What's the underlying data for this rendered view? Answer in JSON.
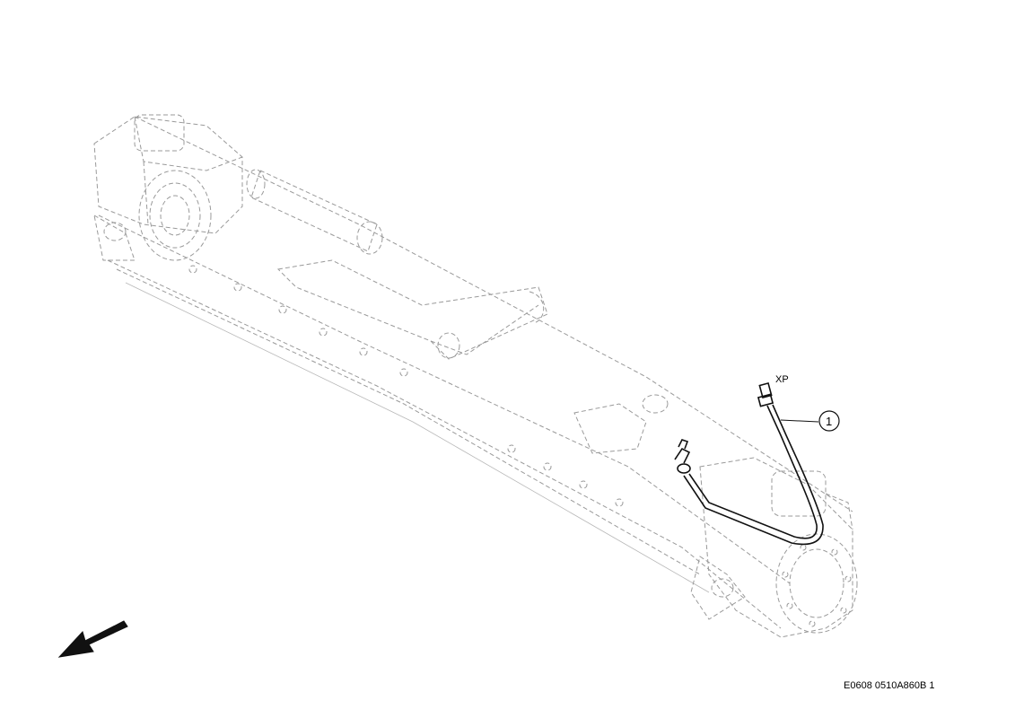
{
  "connector_label": "XP",
  "callouts": [
    {
      "number": "1",
      "name": "callout-1"
    }
  ],
  "figure_code": "E0608 0510A860B 1",
  "direction_arrow": "front-direction-arrow-icon",
  "colors": {
    "ghost_outline": "#9a9a9a",
    "part_line": "#111111",
    "background": "#ffffff"
  }
}
